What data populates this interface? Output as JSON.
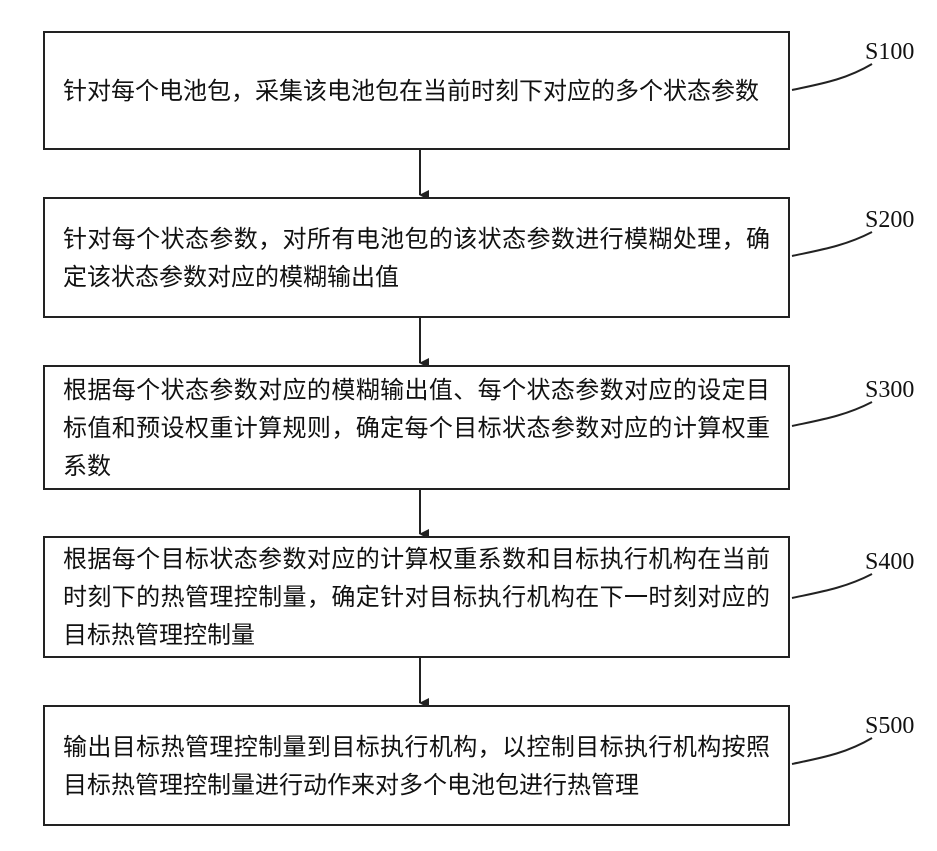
{
  "steps": [
    {
      "id": "S100",
      "text": "针对每个电池包，采集该电池包在当前时刻下对应的多个状态参数"
    },
    {
      "id": "S200",
      "text": "针对每个状态参数，对所有电池包的该状态参数进行模糊处理，确定该状态参数对应的模糊输出值"
    },
    {
      "id": "S300",
      "text": "根据每个状态参数对应的模糊输出值、每个状态参数对应的设定目标值和预设权重计算规则，确定每个目标状态参数对应的计算权重系数"
    },
    {
      "id": "S400",
      "text": "根据每个目标状态参数对应的计算权重系数和目标执行机构在当前时刻下的热管理控制量，确定针对目标执行机构在下一时刻对应的目标热管理控制量"
    },
    {
      "id": "S500",
      "text": "输出目标热管理控制量到目标执行机构，以控制目标执行机构按照目标热管理控制量进行动作来对多个电池包进行热管理"
    }
  ]
}
